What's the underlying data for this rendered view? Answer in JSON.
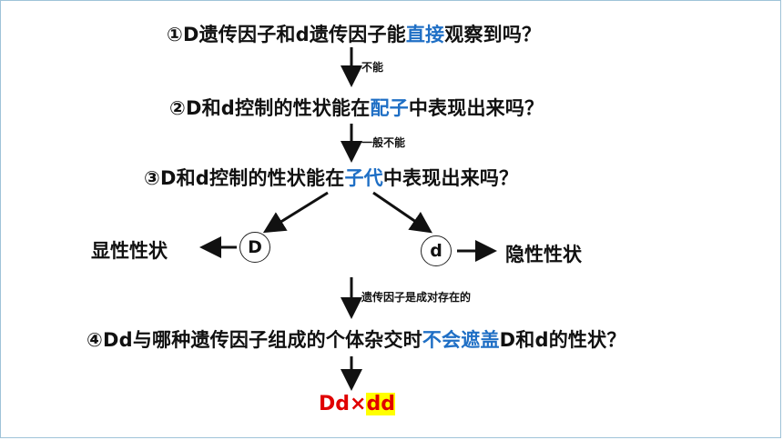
{
  "questions": {
    "q1": {
      "prefix": "①D遗传因子和d遗传因子能",
      "highlight": "直接",
      "suffix": "观察到吗？"
    },
    "q2": {
      "prefix": "②D和d控制的性状能在",
      "highlight": "配子",
      "suffix": "中表现出来吗？"
    },
    "q3": {
      "prefix": "③D和d控制的性状能在",
      "highlight": "子代",
      "suffix": "中表现出来吗？"
    },
    "q4": {
      "prefix": "④Dd与哪种遗传因子组成的个体杂交时",
      "highlight": "不会遮盖",
      "suffix": "D和d的性状？"
    }
  },
  "notes": {
    "n1": "不能",
    "n2": "一般不能",
    "n3": "遗传因子是成对存在的"
  },
  "nodes": {
    "dominant_factor": "D",
    "recessive_factor": "d",
    "dominant_trait": "显性性状",
    "recessive_trait": "隐性性状"
  },
  "result": {
    "left": "Dd",
    "times": "×",
    "right": "dd"
  },
  "colors": {
    "text": "#111111",
    "highlight_text": "#1f6fc5",
    "result_text": "#e00000",
    "result_highlight_bg": "#ffff00"
  }
}
